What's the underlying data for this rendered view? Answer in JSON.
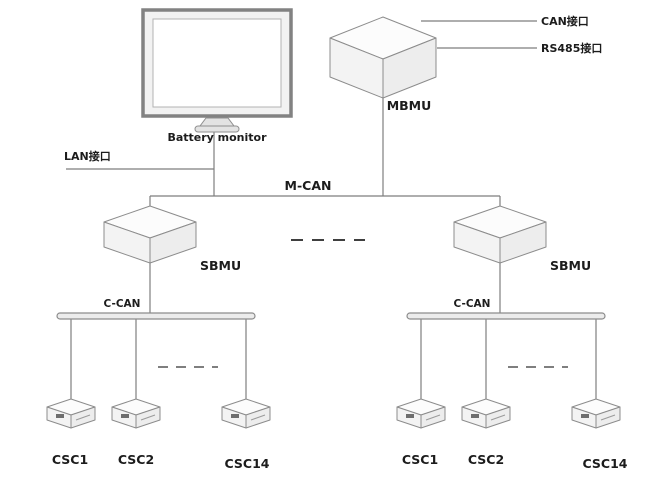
{
  "diagram": {
    "nodes": {
      "battery_monitor_label": "Battery monitor",
      "mbmu_label": "MBMU",
      "sbmu_left_label": "SBMU",
      "sbmu_right_label": "SBMU"
    },
    "ports": {
      "can": "CAN接口",
      "rs485": "RS485接口",
      "lan": "LAN接口"
    },
    "buses": {
      "m_can": "M-CAN",
      "c_can_left": "C-CAN",
      "c_can_right": "C-CAN"
    },
    "csc_left": [
      "CSC1",
      "CSC2",
      "CSC14"
    ],
    "csc_right": [
      "CSC1",
      "CSC2",
      "CSC14"
    ]
  }
}
